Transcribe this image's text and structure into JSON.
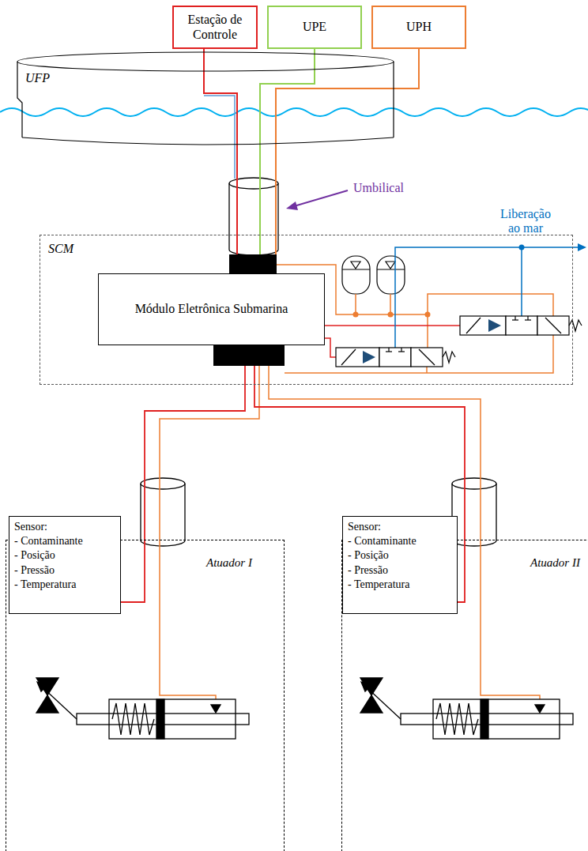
{
  "diagram": {
    "nodes": [
      {
        "text": [
          "Estação de Controle"
        ]
      },
      {
        "text": [
          "UPE"
        ]
      },
      {
        "text": [
          "UPH"
        ]
      },
      {
        "text": [
          "UFP"
        ]
      },
      {
        "text": [
          "SCM"
        ]
      },
      {
        "text": [
          "Módulo Eletrônica Submarina"
        ],
        "in": 4
      },
      {
        "text": [
          "Atuador I"
        ]
      },
      {
        "text": [
          "Sensor:",
          "- Contaminante",
          "- Posição",
          "- Pressão",
          "- Temperatura"
        ],
        "in": 6
      },
      {
        "text": [
          "Atuador II"
        ]
      },
      {
        "text": [
          "Sensor:",
          "- Contaminante",
          "- Posição",
          "- Pressão",
          "- Temperatura"
        ],
        "in": 8
      }
    ],
    "edges": [
      {
        "from": 0,
        "to": 5,
        "arrow": "none"
      },
      {
        "from": 1,
        "to": 5,
        "arrow": "none"
      },
      {
        "from": 2,
        "to": 5,
        "arrow": "none"
      },
      {
        "from": 5,
        "to": 7,
        "arrow": "none"
      },
      {
        "from": 5,
        "to": 6,
        "arrow": "none"
      },
      {
        "from": 5,
        "to": 9,
        "arrow": "none"
      },
      {
        "from": 5,
        "to": 8,
        "arrow": "none"
      }
    ],
    "labels": [
      "Umbilical",
      "Liberação ao mar"
    ]
  }
}
